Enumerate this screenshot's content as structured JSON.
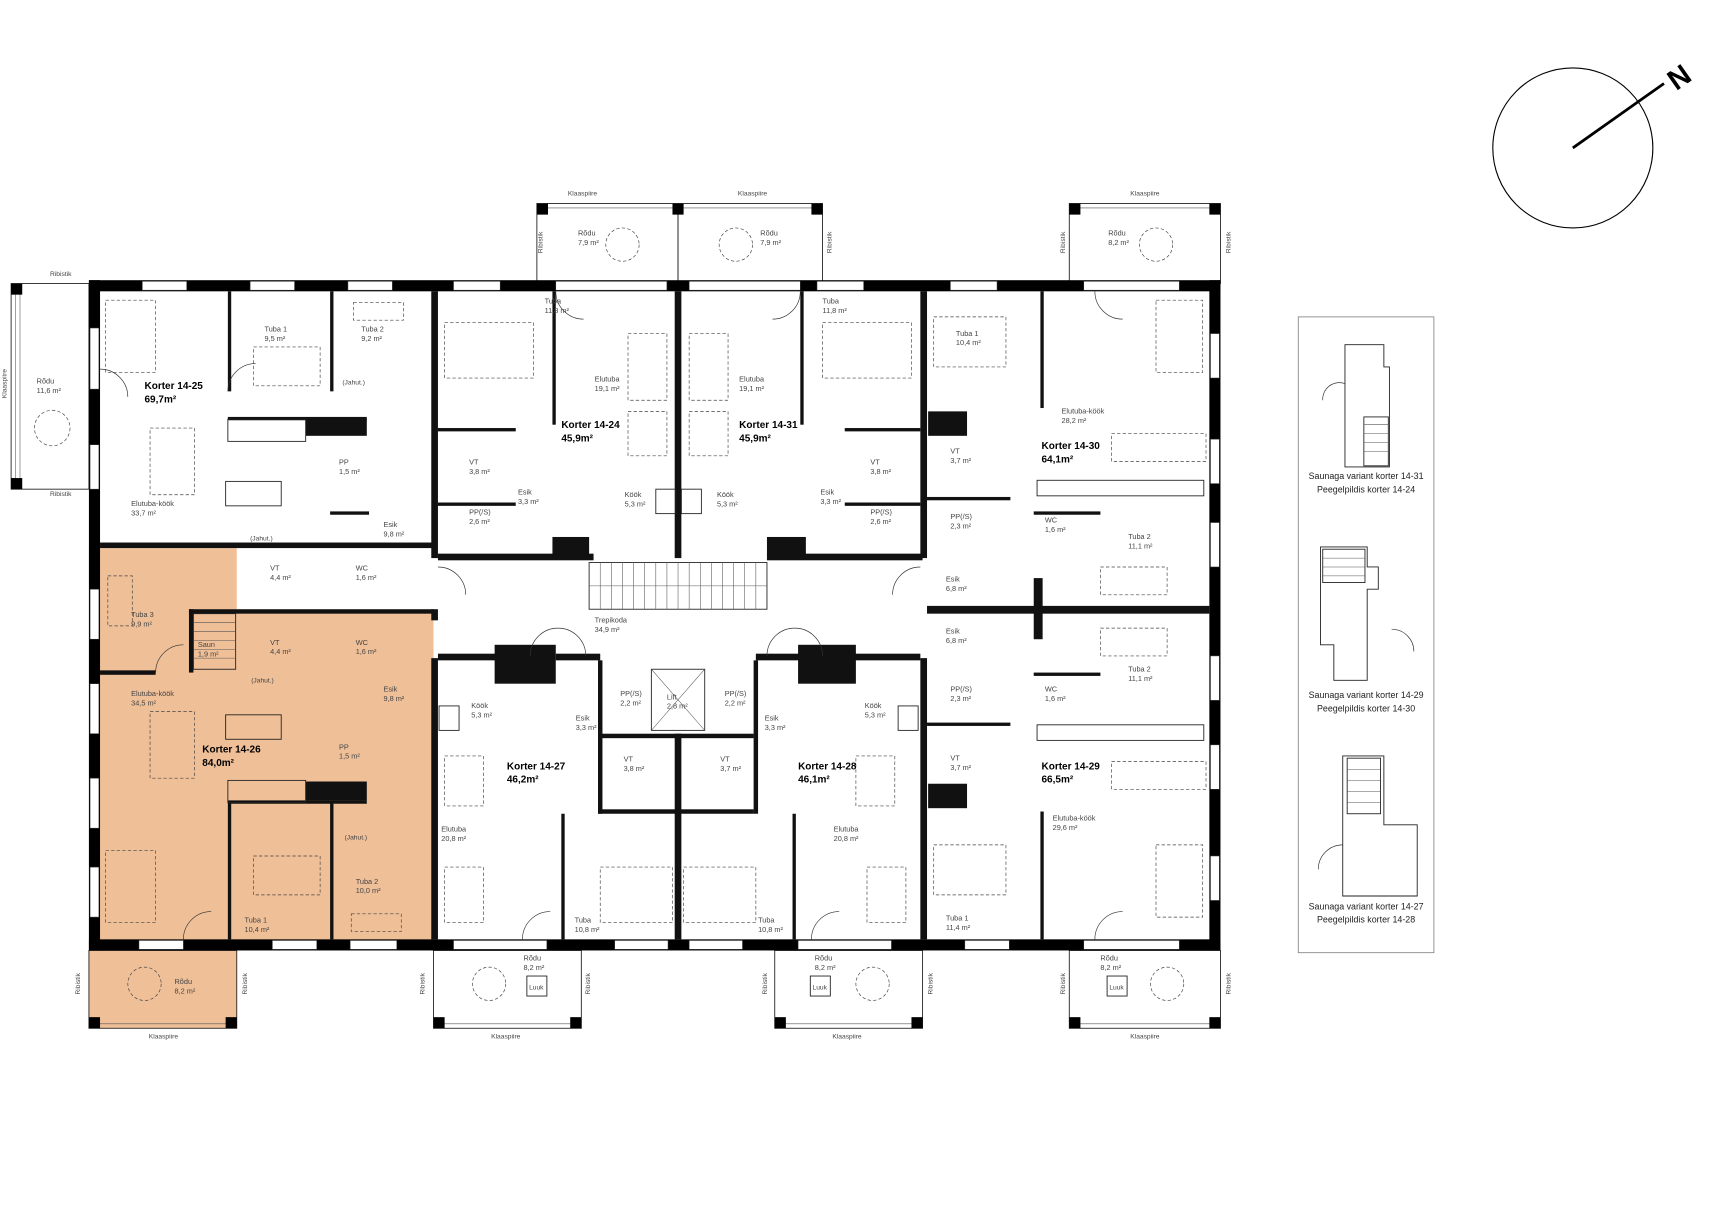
{
  "plan": {
    "highlight_color": "#efbf98",
    "highlighted_apartment": "Korter 14-26",
    "apartments": [
      {
        "label": "Korter 14-25",
        "area": "69,7m²",
        "rooms": [
          {
            "name": "Rõdu",
            "area": "11,6 m²"
          },
          {
            "name": "Tuba 1",
            "area": "9,5 m²"
          },
          {
            "name": "Tuba 2",
            "area": "9,2 m²"
          },
          {
            "name": "PP",
            "area": "1,5 m²"
          },
          {
            "name": "Elutuba-köök",
            "area": "33,7 m²"
          },
          {
            "name": "Esik",
            "area": "9,8 m²"
          },
          {
            "name": "VT",
            "area": "4,4 m²"
          },
          {
            "name": "WC",
            "area": "1,6 m²"
          }
        ]
      },
      {
        "label": "Korter 14-26",
        "area": "84,0m²",
        "rooms": [
          {
            "name": "Tuba 3",
            "area": "9,9 m²"
          },
          {
            "name": "Saun",
            "area": "1,9 m²"
          },
          {
            "name": "VT",
            "area": "4,4 m²"
          },
          {
            "name": "WC",
            "area": "1,6 m²"
          },
          {
            "name": "Elutuba-köök",
            "area": "34,5 m²"
          },
          {
            "name": "Esik",
            "area": "9,8 m²"
          },
          {
            "name": "PP",
            "area": "1,5 m²"
          },
          {
            "name": "Tuba 1",
            "area": "10,4 m²"
          },
          {
            "name": "Tuba 2",
            "area": "10,0 m²"
          },
          {
            "name": "Rõdu",
            "area": "8,2 m²"
          }
        ]
      },
      {
        "label": "Korter 14-24",
        "area": "45,9m²",
        "rooms": [
          {
            "name": "Rõdu",
            "area": "7,9 m²"
          },
          {
            "name": "Tuba",
            "area": "11,8 m²"
          },
          {
            "name": "Elutuba",
            "area": "19,1 m²"
          },
          {
            "name": "VT",
            "area": "3,8 m²"
          },
          {
            "name": "Esik",
            "area": "3,3 m²"
          },
          {
            "name": "PP(/S)",
            "area": "2,6 m²"
          },
          {
            "name": "Köök",
            "area": "5,3 m²"
          }
        ]
      },
      {
        "label": "Korter 14-31",
        "area": "45,9m²",
        "rooms": [
          {
            "name": "Rõdu",
            "area": "7,9 m²"
          },
          {
            "name": "Tuba",
            "area": "11,8 m²"
          },
          {
            "name": "Elutuba",
            "area": "19,1 m²"
          },
          {
            "name": "VT",
            "area": "3,8 m²"
          },
          {
            "name": "Esik",
            "area": "3,3 m²"
          },
          {
            "name": "PP(/S)",
            "area": "2,6 m²"
          },
          {
            "name": "Köök",
            "area": "5,3 m²"
          }
        ]
      },
      {
        "label": "Korter 14-27",
        "area": "46,2m²",
        "rooms": [
          {
            "name": "Köök",
            "area": "5,3 m²"
          },
          {
            "name": "PP(/S)",
            "area": "2,2 m²"
          },
          {
            "name": "Esik",
            "area": "3,3 m²"
          },
          {
            "name": "VT",
            "area": "3,8 m²"
          },
          {
            "name": "Elutuba",
            "area": "20,8 m²"
          },
          {
            "name": "Tuba",
            "area": "10,8 m²"
          },
          {
            "name": "Rõdu",
            "area": "8,2 m²"
          }
        ]
      },
      {
        "label": "Korter 14-28",
        "area": "46,1m²",
        "rooms": [
          {
            "name": "Köök",
            "area": "5,3 m²"
          },
          {
            "name": "PP(/S)",
            "area": "2,2 m²"
          },
          {
            "name": "Esik",
            "area": "3,3 m²"
          },
          {
            "name": "VT",
            "area": "3,7 m²"
          },
          {
            "name": "Elutuba",
            "area": "20,8 m²"
          },
          {
            "name": "Tuba",
            "area": "10,8 m²"
          },
          {
            "name": "Rõdu",
            "area": "8,2 m²"
          }
        ]
      },
      {
        "label": "Korter 14-30",
        "area": "64,1m²",
        "rooms": [
          {
            "name": "Rõdu",
            "area": "8,2 m²"
          },
          {
            "name": "Tuba 1",
            "area": "10,4 m²"
          },
          {
            "name": "Elutuba-köök",
            "area": "28,2 m²"
          },
          {
            "name": "VT",
            "area": "3,7 m²"
          },
          {
            "name": "PP(/S)",
            "area": "2,3 m²"
          },
          {
            "name": "WC",
            "area": "1,6 m²"
          },
          {
            "name": "Tuba 2",
            "area": "11,1 m²"
          },
          {
            "name": "Esik",
            "area": "6,8 m²"
          }
        ]
      },
      {
        "label": "Korter 14-29",
        "area": "66,5m²",
        "rooms": [
          {
            "name": "Esik",
            "area": "6,8 m²"
          },
          {
            "name": "Tuba 2",
            "area": "11,1 m²"
          },
          {
            "name": "PP(/S)",
            "area": "2,3 m²"
          },
          {
            "name": "WC",
            "area": "1,6 m²"
          },
          {
            "name": "VT",
            "area": "3,7 m²"
          },
          {
            "name": "Elutuba-köök",
            "area": "29,6 m²"
          },
          {
            "name": "Tuba 1",
            "area": "11,4 m²"
          },
          {
            "name": "Rõdu",
            "area": "8,2 m²"
          }
        ]
      }
    ],
    "common_areas": [
      {
        "name": "Trepikoda",
        "area": "34,9 m²"
      },
      {
        "name": "Lift",
        "area": "2,8 m²"
      }
    ],
    "annotations": {
      "railing": "Ribistik",
      "glazing": "Klaaspiire",
      "hatch": "Luuk",
      "cooling": "(Jahut.)"
    }
  },
  "compass": {
    "north_label": "N"
  },
  "legend": {
    "variants": [
      {
        "line1": "Saunaga variant korter 14-31",
        "line2": "Peegelpildis korter 14-24"
      },
      {
        "line1": "Saunaga variant korter 14-29",
        "line2": "Peegelpildis korter 14-30"
      },
      {
        "line1": "Saunaga variant korter 14-27",
        "line2": "Peegelpildis korter 14-28"
      }
    ]
  }
}
